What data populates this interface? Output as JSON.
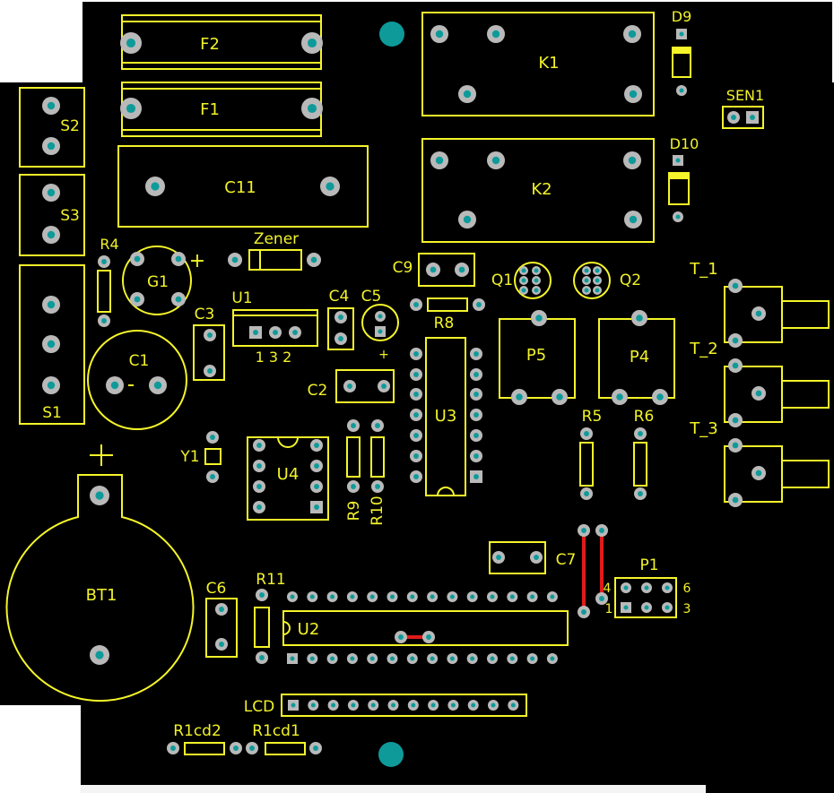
{
  "colors": {
    "board": "#000000",
    "silk": "#f5f52a",
    "pad": "#b9b9b9",
    "hole": "#0f9a9a",
    "trace": "#e01b1b",
    "background": "#ffffff"
  },
  "labels": {
    "F2": "F2",
    "F1": "F1",
    "K1": "K1",
    "K2": "K2",
    "D9": "D9",
    "D10": "D10",
    "SEN1": "SEN1",
    "S2": "S2",
    "S3": "S3",
    "S1": "S1",
    "C11": "C11",
    "R4": "R4",
    "G1": "G1",
    "G1_plus": "+",
    "Zener": "Zener",
    "C9": "C9",
    "Q1": "Q1",
    "Q2": "Q2",
    "T_1": "T_1",
    "T_2": "T_2",
    "T_3": "T_3",
    "U1": "U1",
    "U1_pins": "1 3 2",
    "C3": "C3",
    "C4": "C4",
    "C5": "C5",
    "C5_plus": "+",
    "R8": "R8",
    "C1": "C1",
    "C2": "C2",
    "P5": "P5",
    "P4": "P4",
    "U3": "U3",
    "R5": "R5",
    "R6": "R6",
    "Y1": "Y1",
    "U4": "U4",
    "R9": "R9",
    "R10": "R10",
    "C7": "C7",
    "P1": "P1",
    "P1_pin4": "4",
    "P1_pin6": "6",
    "P1_pin1": "1",
    "P1_pin3": "3",
    "BT1": "BT1",
    "BT1_plus": "+",
    "C6": "C6",
    "R11": "R11",
    "U2": "U2",
    "LCD": "LCD",
    "R1cd2": "R1cd2",
    "R1cd1": "R1cd1"
  }
}
